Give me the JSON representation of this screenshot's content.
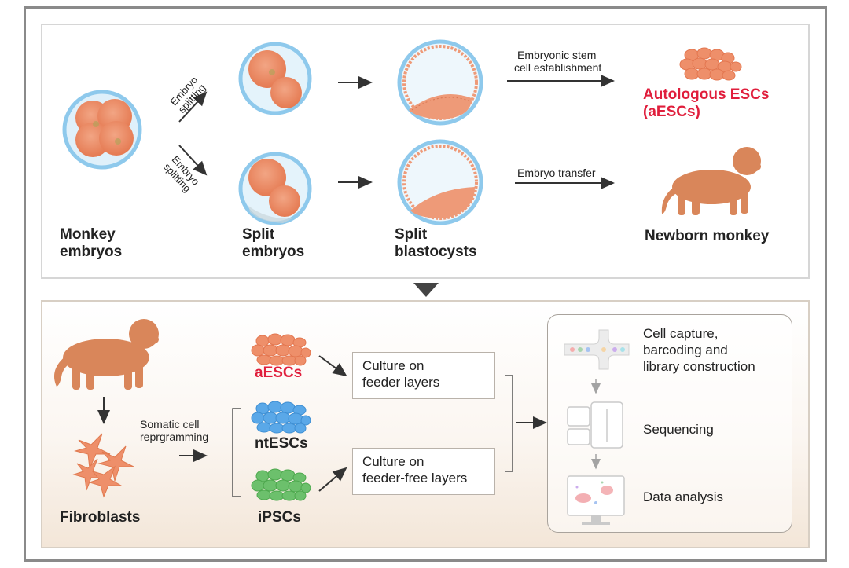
{
  "top": {
    "monkey_embryos": [
      "Monkey",
      "embryos"
    ],
    "split_embryos": [
      "Split",
      "embryos"
    ],
    "split_blastocysts": [
      "Split",
      "blastocysts"
    ],
    "newborn_monkey": "Newborn monkey",
    "autologous_escs": [
      "Autologous ESCs",
      "(aESCs)"
    ],
    "embryo_splitting": [
      "Embryo",
      "splitting"
    ],
    "esc_establishment": [
      "Embryonic stem",
      "cell establishment"
    ],
    "embryo_transfer": "Embryo transfer"
  },
  "bottom": {
    "fibroblasts": "Fibroblasts",
    "somatic": [
      "Somatic cell",
      "reprgramming"
    ],
    "aescs": "aESCs",
    "ntescs": "ntESCs",
    "ipscs": "iPSCs",
    "culture_feeder": [
      "Culture on",
      "feeder layers"
    ],
    "culture_feeder_free": [
      "Culture on",
      "feeder-free layers"
    ],
    "cell_capture": [
      "Cell capture,",
      "barcoding and",
      "library construction"
    ],
    "sequencing": "Sequencing",
    "data_analysis": "Data analysis"
  },
  "colors": {
    "cell_orange": "#ee8f6a",
    "monkey": "#d9865a",
    "accent_red": "#e01e3c",
    "ntesc_blue": "#5aa8e8",
    "ipsc_green": "#6cc06c",
    "zona_blue": "#8ec9ec"
  }
}
